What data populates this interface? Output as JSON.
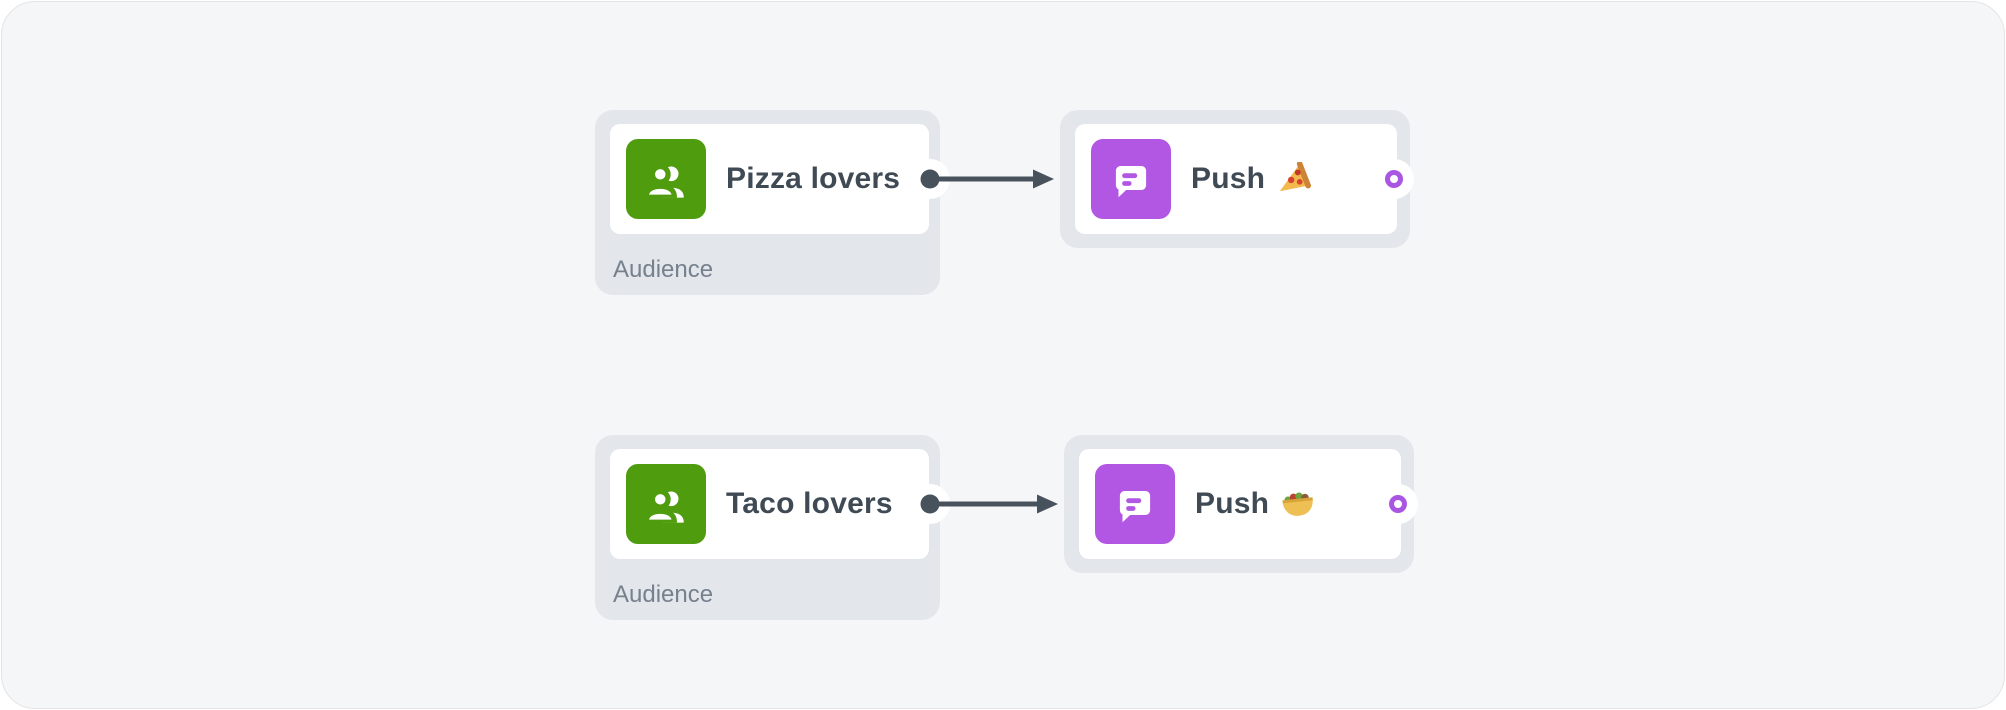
{
  "app": {
    "view": "journey-flow-canvas"
  },
  "canvas": {
    "background": "#f5f6f7",
    "border_color": "#e4e4e6",
    "corner_radius": 34
  },
  "palette": {
    "node_container_gray": "#e3e6ea",
    "card_white": "#ffffff",
    "audience_icon_green": "#4f9c0e",
    "push_icon_purple": "#b257e3",
    "connector_dark": "#48525d",
    "port_ring_purple": "#a956e2",
    "title_text": "#3f4a55",
    "label_text": "#76818d"
  },
  "flow": {
    "rows": [
      {
        "audience": {
          "title": "Pizza lovers",
          "type_label": "Audience",
          "icon": "people-icon"
        },
        "connector": {
          "from": "audience-output",
          "to": "push-input",
          "style": "solid-arrow"
        },
        "push": {
          "title": "Push",
          "emoji": "pizza",
          "emoji_char": "🍕",
          "icon": "chat-bubble-icon"
        }
      },
      {
        "audience": {
          "title": "Taco lovers",
          "type_label": "Audience",
          "icon": "people-icon"
        },
        "connector": {
          "from": "audience-output",
          "to": "push-input",
          "style": "solid-arrow"
        },
        "push": {
          "title": "Push",
          "emoji": "taco",
          "emoji_char": "🌮",
          "icon": "chat-bubble-icon"
        }
      }
    ]
  }
}
